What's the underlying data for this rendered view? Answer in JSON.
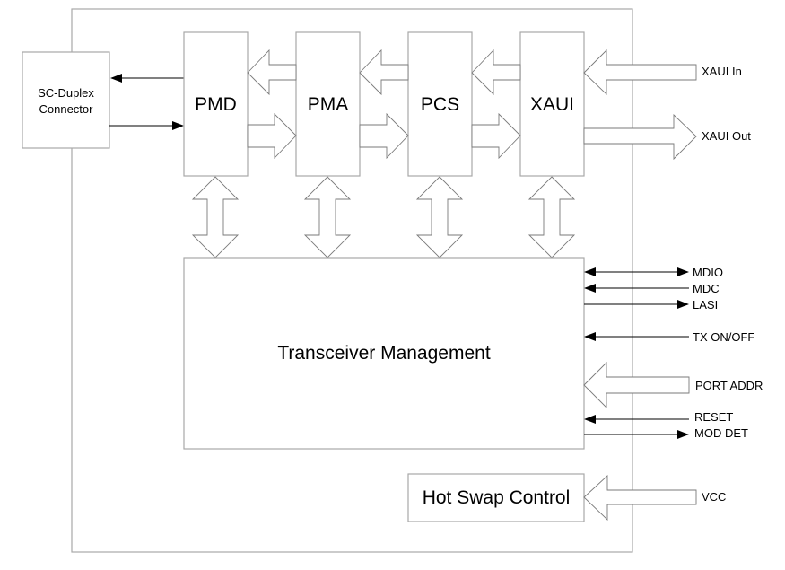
{
  "diagram": {
    "connector": {
      "line1": "SC-Duplex",
      "line2": "Connector"
    },
    "blocks": [
      {
        "id": "pmd",
        "label": "PMD"
      },
      {
        "id": "pma",
        "label": "PMA"
      },
      {
        "id": "pcs",
        "label": "PCS"
      },
      {
        "id": "xaui",
        "label": "XAUI"
      }
    ],
    "management": {
      "label": "Transceiver Management"
    },
    "hot_swap": {
      "label": "Hot Swap Control"
    },
    "external_signals": {
      "xaui_in": "XAUI In",
      "xaui_out": "XAUI Out",
      "vcc": "VCC"
    },
    "management_signals": [
      {
        "label": "MDIO",
        "direction": "bidirectional"
      },
      {
        "label": "MDC",
        "direction": "in"
      },
      {
        "label": "LASI",
        "direction": "out"
      },
      {
        "label": "TX ON/OFF",
        "direction": "in"
      },
      {
        "label": "PORT ADDR",
        "direction": "in-bus"
      },
      {
        "label": "RESET",
        "direction": "in"
      },
      {
        "label": "MOD DET",
        "direction": "out"
      }
    ]
  }
}
